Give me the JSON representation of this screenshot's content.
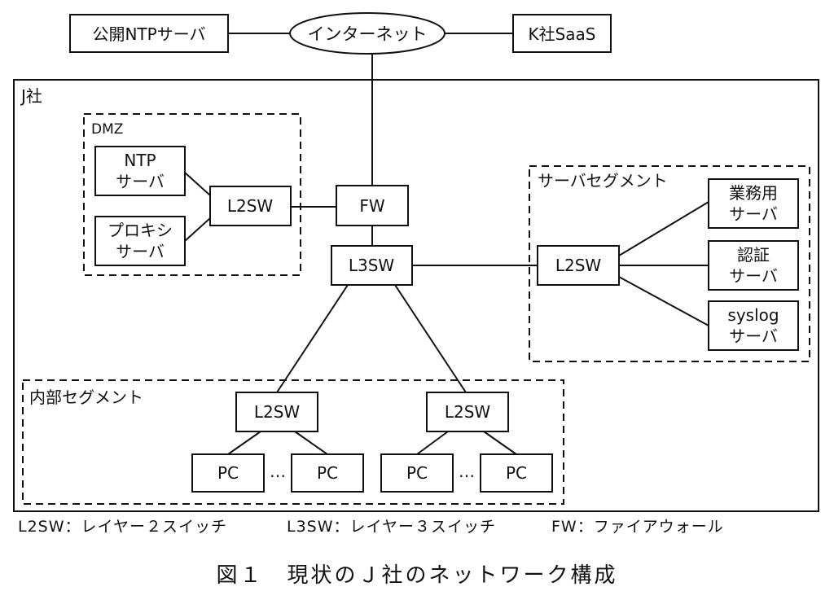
{
  "nodes": {
    "public_ntp": "公開NTPサーバ",
    "internet": "インターネット",
    "k_saas": "K社SaaS",
    "company": "J社",
    "dmz": {
      "label": "DMZ",
      "ntp_server": [
        "NTP",
        "サーバ"
      ],
      "proxy_server": [
        "プロキシ",
        "サーバ"
      ],
      "l2sw": "L2SW"
    },
    "fw": "FW",
    "l3sw": "L3SW",
    "server_segment": {
      "label": "サーバセグメント",
      "l2sw": "L2SW",
      "business_server": [
        "業務用",
        "サーバ"
      ],
      "auth_server": [
        "認証",
        "サーバ"
      ],
      "syslog_server": [
        "syslog",
        "サーバ"
      ]
    },
    "internal_segment": {
      "label": "内部セグメント",
      "l2sw_left": "L2SW",
      "l2sw_right": "L2SW",
      "pc": "PC",
      "ellipsis": "…"
    }
  },
  "legend": {
    "l2sw": "L2SW：レイヤー２スイッチ",
    "l3sw": "L3SW：レイヤー３スイッチ",
    "fw": "FW：ファイアウォール"
  },
  "caption": "図１　現状のＪ社のネットワーク構成"
}
